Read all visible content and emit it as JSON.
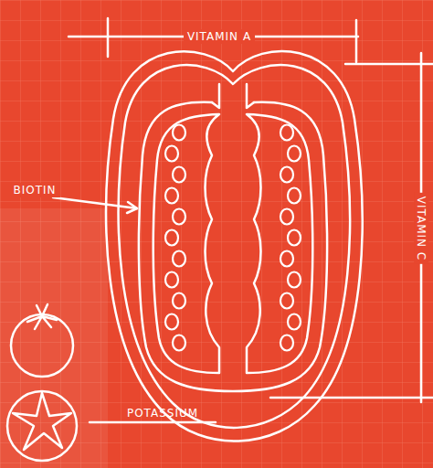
{
  "diagram": {
    "labels": [
      "VITAMIN A",
      "BIOTIN",
      "VITAMIN C",
      "POTASSIUM"
    ]
  }
}
